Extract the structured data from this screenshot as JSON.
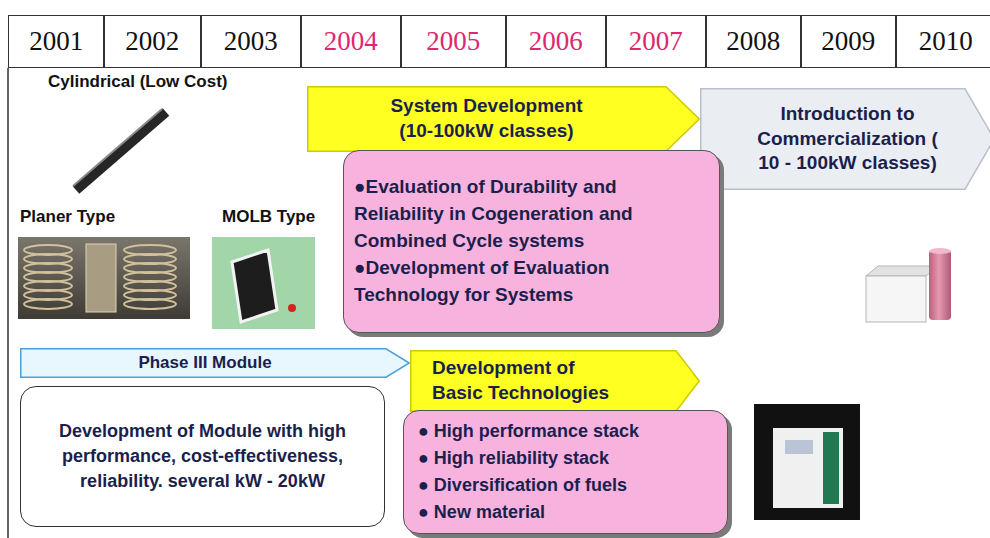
{
  "diagram": {
    "nodes": [
      {
        "text": [
          "System Development (10-100kW classes)"
        ]
      },
      {
        "text": [
          "Introduction to Commercialization ( 10 - 100kW classes)"
        ]
      },
      {
        "text": [
          "●Evaluation of Durability and Reliability in Cogeneration and Combined Cycle systems",
          "●Development of Evaluation Technology for Systems"
        ]
      },
      {
        "text": [
          "Phase III Module"
        ]
      },
      {
        "text": [
          "Development of Module with high performance, cost-effectiveness, reliability. several kW - 20kW"
        ]
      },
      {
        "text": [
          "Development of Basic Technologies"
        ]
      },
      {
        "text": [
          "● High performance stack",
          "● High reliability stack",
          "● Diversification of fuels",
          "● New material"
        ]
      }
    ],
    "labels": [
      "2001",
      "2002",
      "2003",
      "2004",
      "2005",
      "2006",
      "2007",
      "2008",
      "2009",
      "2010",
      "Cylindrical (Low Cost)",
      "Planer Type",
      "MOLB Type"
    ]
  }
}
